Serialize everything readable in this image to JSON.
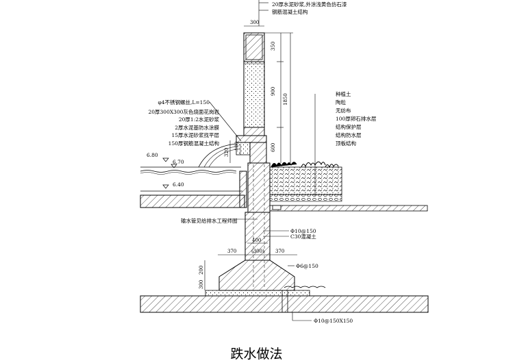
{
  "caption": "跌水做法",
  "top_notes": [
    "20厚水泥砂浆,外涂浅黄色仿石漆",
    "钢筋混凝土结构"
  ],
  "left_notes": [
    "φ4不锈钢螺丝,L=150",
    "20厚300X300灰色烧面花岗岩",
    "20厚1:2水泥砂浆",
    "2厚水泥基防水涂膜",
    "15厚水泥砂浆找平层",
    "150厚钢筋混凝土结构"
  ],
  "right_notes": [
    "种植土",
    "陶粒",
    "无纺布",
    "100厚卵石排水层",
    "结构保护层",
    "结构防水层",
    "顶板结构"
  ],
  "pipe_note": "输水管见给排水工程师图",
  "rebar_notes": [
    "Φ10@150",
    "C30混凝土"
  ],
  "dims": {
    "top": "300",
    "right_vertical": [
      "350",
      "900",
      "600",
      "1850"
    ],
    "left_vertical": [
      "320",
      "100"
    ],
    "wall": [
      "400",
      "(300)"
    ],
    "footing_h": [
      "370",
      "370"
    ],
    "footing_v": [
      "300",
      "200"
    ]
  },
  "bar_note_1": "Φ6@150",
  "bar_note_2": "Φ10@150X150",
  "elevations": [
    "6.80",
    "6.70",
    "6.40"
  ]
}
